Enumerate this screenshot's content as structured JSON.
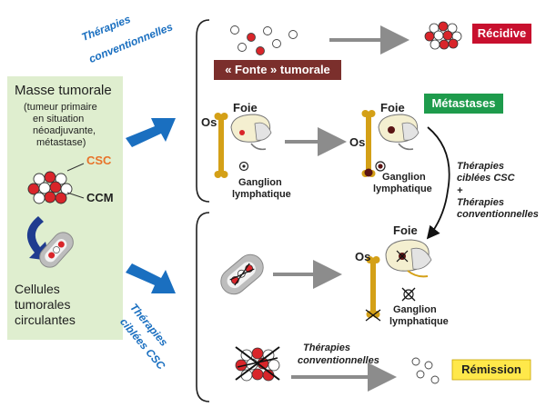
{
  "colors": {
    "panel": "#dfeecf",
    "cell_red": "#d9252a",
    "bone": "#d4a017",
    "arrow_blue": "#1a6fc0",
    "arrow_gray": "#8c8c8c",
    "recidive_bg": "#c8102e",
    "fonte_bg": "#7b2f2c",
    "metastases_bg": "#1e9b4c",
    "remission_bg": "#ffe84a",
    "label_blue": "#1a6fc0",
    "csc_orange": "#e8732a"
  },
  "left_panel": {
    "title": "Masse tumorale",
    "subtitle": [
      "(tumeur primaire",
      "en situation",
      "néoadjuvante,",
      "métastase)"
    ],
    "csc_label": "CSC",
    "ccm_label": "CCM",
    "circulating_label": [
      "Cellules",
      "tumorales",
      "circulantes"
    ]
  },
  "branch_labels": {
    "conventional": [
      "Thérapies",
      "conventionnelles"
    ],
    "targeted": [
      "Thérapies",
      "ciblées CSC"
    ]
  },
  "badges": {
    "recidive": "Récidive",
    "fonte": "« Fonte » tumorale",
    "metastases": "Métastases",
    "remission": "Rémission"
  },
  "anatomy": {
    "os": "Os",
    "foie": "Foie",
    "ganglion": [
      "Ganglion",
      "lymphatique"
    ]
  },
  "combined_therapy": [
    "Thérapies",
    "ciblées CSC",
    "+",
    "Thérapies",
    "conventionnelles"
  ],
  "bottom_therapy": [
    "Thérapies",
    "conventionnelles"
  ],
  "icons": [
    "tumor-cluster-icon",
    "bone-icon",
    "liver-icon",
    "lymph-node-icon",
    "blood-vessel-icon",
    "blue-arrow-icon",
    "gray-arrow-icon"
  ]
}
